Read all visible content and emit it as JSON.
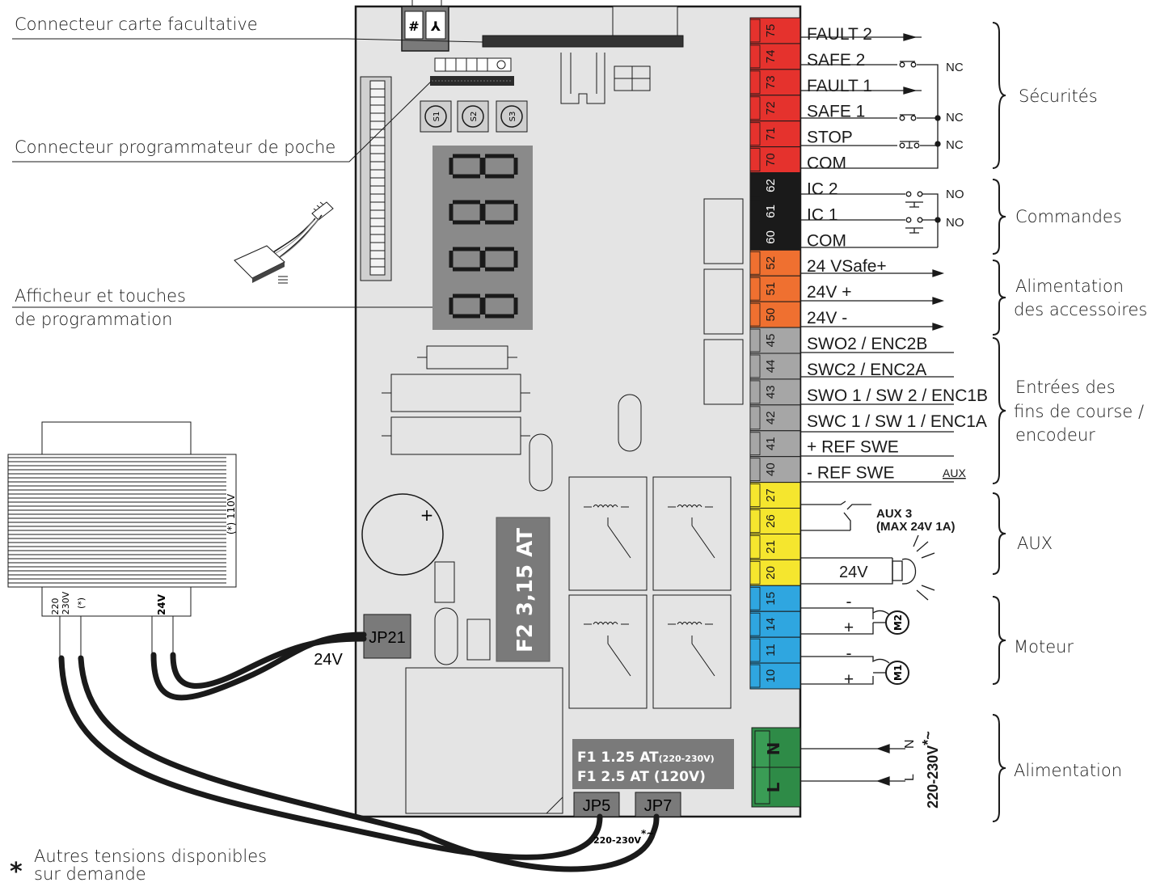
{
  "callouts": {
    "optional_card": "Connecteur carte facultative",
    "pocket_programmer": "Connecteur programmateur de poche",
    "display_line1": "Afficheur et touches",
    "display_line2": "de programmation"
  },
  "board": {
    "connector_symbols": [
      "#",
      "⅄"
    ],
    "buttons": [
      "S1",
      "S2",
      "S3"
    ],
    "fuse_f2": "F2 3,15 AT",
    "fuse_f1_line1_main": "F1 1.25 AT",
    "fuse_f1_line1_sub": "(220-230V)",
    "fuse_f1_line2": "F1  2.5 AT (120V)",
    "jp5": "JP5",
    "jp7": "JP7",
    "jp21": "JP21",
    "plus_sign": "+"
  },
  "transformer": {
    "side_label": "(*) 110V",
    "tap_220": "220",
    "tap_230": "230V",
    "tap_star": "(*)",
    "tap_24": "24V",
    "output_label": "24V",
    "supply_label": "220-230V",
    "supply_mark": "*~"
  },
  "terminals": [
    {
      "num": "75",
      "label": "FAULT 2",
      "color": "#e5322d"
    },
    {
      "num": "74",
      "label": "SAFE 2",
      "color": "#e5322d"
    },
    {
      "num": "73",
      "label": "FAULT 1",
      "color": "#e5322d"
    },
    {
      "num": "72",
      "label": "SAFE 1",
      "color": "#e5322d"
    },
    {
      "num": "71",
      "label": "STOP",
      "color": "#e5322d"
    },
    {
      "num": "70",
      "label": "COM",
      "color": "#e5322d"
    },
    {
      "num": "62",
      "label": "IC 2",
      "color": "#1a1a1a"
    },
    {
      "num": "61",
      "label": "IC 1",
      "color": "#1a1a1a"
    },
    {
      "num": "60",
      "label": "COM",
      "color": "#1a1a1a"
    },
    {
      "num": "52",
      "label": "24 VSafe+",
      "color": "#ef7030"
    },
    {
      "num": "51",
      "label": "24V +",
      "color": "#ef7030"
    },
    {
      "num": "50",
      "label": "24V -",
      "color": "#ef7030"
    },
    {
      "num": "45",
      "label": "SWO2 / ENC2B",
      "color": "#a6a6a6"
    },
    {
      "num": "44",
      "label": "SWC2 / ENC2A",
      "color": "#a6a6a6"
    },
    {
      "num": "43",
      "label": "SWO 1 / SW 2 / ENC1B",
      "color": "#a6a6a6"
    },
    {
      "num": "42",
      "label": "SWC 1 / SW 1 / ENC1A",
      "color": "#a6a6a6"
    },
    {
      "num": "41",
      "label": "+ REF SWE",
      "color": "#a6a6a6"
    },
    {
      "num": "40",
      "label": "- REF SWE",
      "color": "#a6a6a6"
    },
    {
      "num": "27",
      "label": "",
      "color": "#f5e62e"
    },
    {
      "num": "26",
      "label": "",
      "color": "#f5e62e"
    },
    {
      "num": "21",
      "label": "",
      "color": "#f5e62e"
    },
    {
      "num": "20",
      "label": "",
      "color": "#f5e62e"
    },
    {
      "num": "15",
      "label": "-",
      "color": "#2fa6e0"
    },
    {
      "num": "14",
      "label": "+",
      "color": "#2fa6e0"
    },
    {
      "num": "11",
      "label": "-",
      "color": "#2fa6e0"
    },
    {
      "num": "10",
      "label": "+",
      "color": "#2fa6e0"
    }
  ],
  "power_terminals": [
    {
      "letter": "N",
      "color": "#2e8b47"
    },
    {
      "letter": "L",
      "color": "#2e8b47"
    }
  ],
  "wiring": {
    "nc": "NC",
    "no": "NO",
    "aux_small": "AUX",
    "aux3_line1": "AUX 3",
    "aux3_line2": "(MAX 24V 1A)",
    "lamp_voltage": "24V",
    "motor2": "M2",
    "motor1": "M1",
    "mains_n": "N",
    "mains_l": "L",
    "mains_voltage": "220-230V",
    "mains_mark": "*~"
  },
  "groups": {
    "securites": "Sécurités",
    "commandes": "Commandes",
    "alim_acc_line1": "Alimentation",
    "alim_acc_line2": "des accessoires",
    "fins_line1": "Entrées des",
    "fins_line2": "fins de course /",
    "fins_line3": "encodeur",
    "aux": "AUX",
    "moteur": "Moteur",
    "alimentation": "Alimentation"
  },
  "footnote": {
    "star": "*",
    "line1": "Autres tensions disponibles",
    "line2": "sur demande"
  }
}
